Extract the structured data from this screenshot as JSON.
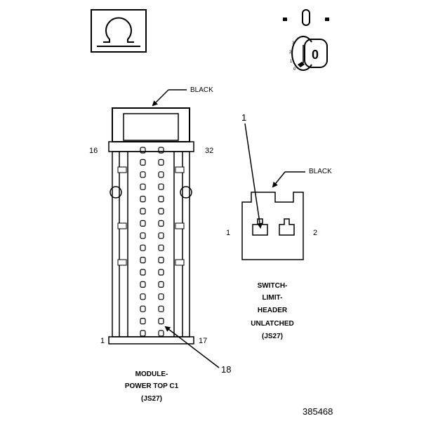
{
  "ignition": {
    "positions": [
      "3",
      "2",
      "1",
      "0"
    ],
    "key_label": "0"
  },
  "connector_c1": {
    "wire_color": "BLACK",
    "pin_top_left": "16",
    "pin_top_right": "32",
    "pin_bottom_left": "1",
    "pin_bottom_right": "17",
    "callout": "18",
    "caption_lines": [
      "MODULE-",
      "POWER TOP C1",
      "(JS27)"
    ]
  },
  "connector_js27": {
    "wire_color": "BLACK",
    "pin_left": "1",
    "pin_right": "2",
    "callout": "1",
    "caption_lines": [
      "SWITCH-",
      "LIMIT-",
      "HEADER",
      "UNLATCHED",
      "(JS27)"
    ]
  },
  "figure_id": "385468"
}
